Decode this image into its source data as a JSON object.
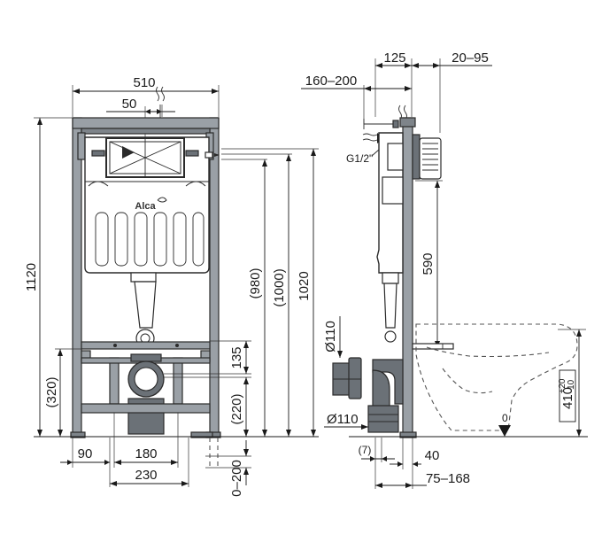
{
  "brand": {
    "logo_text": "Alca"
  },
  "front_view": {
    "dims": {
      "width_top": "510",
      "inlet_offset": "50",
      "height_total": "1120",
      "height_980": "(980)",
      "height_1000": "(1000)",
      "height_1020": "1020",
      "height_320": "(320)",
      "height_135": "135",
      "height_220": "(220)",
      "range_0_200": "0–200",
      "bottom_90": "90",
      "bottom_180": "180",
      "bottom_230": "230"
    }
  },
  "side_view": {
    "dims": {
      "top_125": "125",
      "top_20_95": "20–95",
      "top_160_200": "160–200",
      "thread": "G1/2\"",
      "height_590": "590",
      "pipe_upper": "Ø110",
      "pipe_lower": "Ø110",
      "gap_7": "(7)",
      "dim_40": "40",
      "dim_75_168": "75–168",
      "zero_level": "0",
      "height_410": "410",
      "tol_plus": "+20",
      "tol_minus": "-10"
    }
  }
}
